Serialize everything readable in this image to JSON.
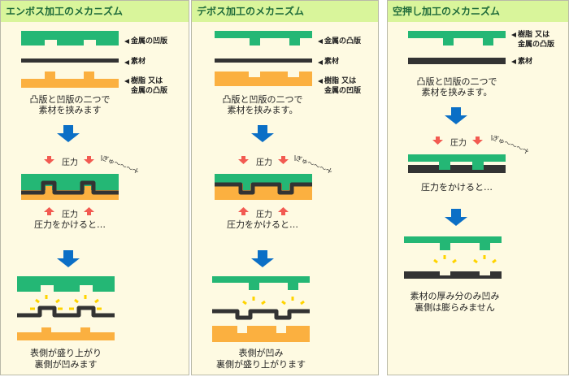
{
  "colors": {
    "header_bg": "#d9f59b",
    "header_text": "#1f6b3a",
    "panel_bg": "#fefae2",
    "die_green": "#24b775",
    "material_dark": "#333333",
    "resin_orange": "#fbb040",
    "flow_arrow_blue": "#0b6fc6",
    "pressure_arrow_red": "#f25a51",
    "spark_yellow": "#ffd400"
  },
  "panels": [
    {
      "title": "エンボス加工のメカニズム",
      "labels": {
        "top_die": "金属の凹版",
        "material": "素材",
        "bottom_die_1": "樹脂 又は",
        "bottom_die_2": "金属の凸版"
      },
      "step1_caption": [
        "凸版と凹版の二つで",
        "素材を挟みます"
      ],
      "pressure_label": "圧力",
      "squeeze_text": "ぎゅ〜〜〜〜",
      "step2_caption": "圧力をかけると…",
      "result_caption": [
        "表側が盛り上がり",
        "裏側が凹みます"
      ]
    },
    {
      "title": "デボス加工のメカニズム",
      "labels": {
        "top_die": "金属の凸版",
        "material": "素材",
        "bottom_die_1": "樹脂 又は",
        "bottom_die_2": "金属の凹版"
      },
      "step1_caption": [
        "凸版と凹版の二つで",
        "素材を挟みます。"
      ],
      "pressure_label": "圧力",
      "squeeze_text": "ぎゅ〜〜〜〜",
      "step2_caption": "圧力をかけると…",
      "result_caption": [
        "表側が凹み",
        "裏側が盛り上がります"
      ]
    },
    {
      "title": "空押し加工のメカニズム",
      "labels": {
        "top_die_1": "樹脂 又は",
        "top_die_2": "金属の凸版",
        "material": "素材"
      },
      "step1_caption": [
        "凸版と凹版の二つで",
        "素材を挟みます。"
      ],
      "pressure_label": "圧力",
      "squeeze_text": "ぎゅ〜〜〜〜",
      "step2_caption": "圧力をかけると…",
      "result_caption": [
        "素材の厚み分のみ凹み",
        "裏側は膨らみません"
      ]
    }
  ]
}
